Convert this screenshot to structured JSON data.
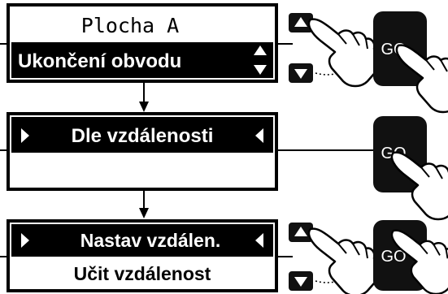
{
  "screen1": {
    "header": "Plocha A",
    "menu_item": "Ukončení obvodu"
  },
  "screen2": {
    "menu_item": "Dle vzdálenosti"
  },
  "screen3": {
    "menu_item_selected": "Nastav vzdálen.",
    "menu_item_2": "Učit vzdálenost"
  },
  "controls": {
    "go_label": "GO",
    "icons": [
      "up-arrow-button",
      "down-arrow-button",
      "go-button",
      "pointing-hand",
      "scroll-arrows",
      "cursor-triangle-left",
      "cursor-triangle-right"
    ]
  },
  "colors": {
    "lcd_background": "#ffffff",
    "selection": "#000000",
    "button": "#111111"
  }
}
